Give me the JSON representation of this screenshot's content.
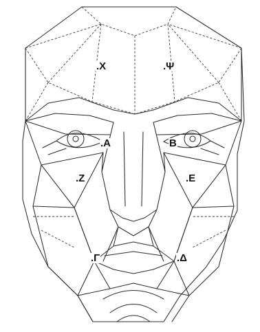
{
  "labels": {
    "x": ".X",
    "psi": ".Ψ",
    "a": ".A",
    "b": "B",
    "z": ".Z",
    "e": ".E",
    "gamma": ".Γ",
    "delta": ".Δ"
  },
  "colors": {
    "line": "#2b2b2b",
    "dashed_line": "#3a3a3a",
    "label": "#111111",
    "background": "#ffffff"
  }
}
